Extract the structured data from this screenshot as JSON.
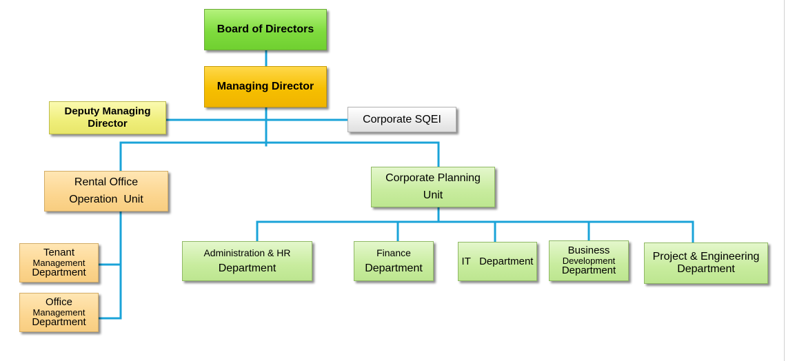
{
  "org_chart": {
    "board": "Board of Directors",
    "managing_director": "Managing Director",
    "deputy_md": [
      "Deputy Managing",
      "Director"
    ],
    "corporate_sqei": "Corporate SQEI",
    "rental_office": [
      "Rental Office",
      "Operation  Unit"
    ],
    "corporate_planning": [
      "Corporate Planning",
      "Unit"
    ],
    "tenant_mgmt": [
      "Tenant",
      "Management",
      "Department"
    ],
    "office_mgmt": [
      "Office",
      "Management",
      "Department"
    ],
    "admin_hr": [
      "Administration & HR",
      "Department"
    ],
    "finance": [
      "Finance",
      "Department"
    ],
    "it": "IT   Department",
    "business_dev": [
      "Business",
      "Development",
      "Department"
    ],
    "project_eng": [
      "Project & Engineering",
      "Department"
    ]
  },
  "colors": {
    "connector": "#1aa3d8",
    "board_fill": "#8fe050",
    "md_fill": "#f6bf00",
    "deputy_fill": "#f2f18a",
    "sqei_fill": "#ececec",
    "rental_fill": "#fcd690",
    "unit_fill": "#c8ec9e"
  }
}
